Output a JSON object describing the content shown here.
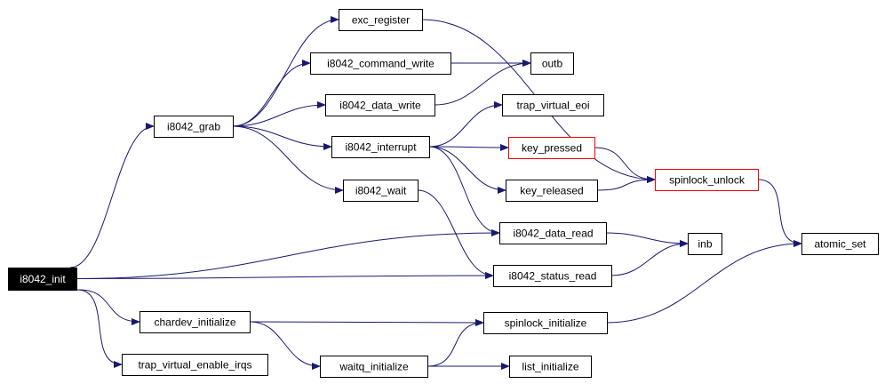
{
  "graph": {
    "nodes": [
      {
        "id": "i8042_init",
        "label": "i8042_init",
        "style": "root"
      },
      {
        "id": "i8042_grab",
        "label": "i8042_grab",
        "style": "normal"
      },
      {
        "id": "exc_register",
        "label": "exc_register",
        "style": "normal"
      },
      {
        "id": "i8042_command_write",
        "label": "i8042_command_write",
        "style": "normal"
      },
      {
        "id": "i8042_data_write",
        "label": "i8042_data_write",
        "style": "normal"
      },
      {
        "id": "i8042_interrupt",
        "label": "i8042_interrupt",
        "style": "normal"
      },
      {
        "id": "i8042_wait",
        "label": "i8042_wait",
        "style": "normal"
      },
      {
        "id": "outb",
        "label": "outb",
        "style": "normal"
      },
      {
        "id": "trap_virtual_eoi",
        "label": "trap_virtual_eoi",
        "style": "normal"
      },
      {
        "id": "key_pressed",
        "label": "key_pressed",
        "style": "highlight"
      },
      {
        "id": "key_released",
        "label": "key_released",
        "style": "normal"
      },
      {
        "id": "i8042_data_read",
        "label": "i8042_data_read",
        "style": "normal"
      },
      {
        "id": "i8042_status_read",
        "label": "i8042_status_read",
        "style": "normal"
      },
      {
        "id": "spinlock_unlock",
        "label": "spinlock_unlock",
        "style": "highlight"
      },
      {
        "id": "inb",
        "label": "inb",
        "style": "normal"
      },
      {
        "id": "atomic_set",
        "label": "atomic_set",
        "style": "normal"
      },
      {
        "id": "chardev_initialize",
        "label": "chardev_initialize",
        "style": "normal"
      },
      {
        "id": "spinlock_initialize",
        "label": "spinlock_initialize",
        "style": "normal"
      },
      {
        "id": "waitq_initialize",
        "label": "waitq_initialize",
        "style": "normal"
      },
      {
        "id": "list_initialize",
        "label": "list_initialize",
        "style": "normal"
      },
      {
        "id": "trap_virtual_enable_irqs",
        "label": "trap_virtual_enable_irqs",
        "style": "normal"
      }
    ],
    "edges": [
      {
        "from": "i8042_init",
        "to": "i8042_grab"
      },
      {
        "from": "i8042_init",
        "to": "i8042_data_read"
      },
      {
        "from": "i8042_init",
        "to": "i8042_status_read"
      },
      {
        "from": "i8042_init",
        "to": "chardev_initialize"
      },
      {
        "from": "i8042_init",
        "to": "trap_virtual_enable_irqs"
      },
      {
        "from": "i8042_grab",
        "to": "exc_register"
      },
      {
        "from": "i8042_grab",
        "to": "i8042_command_write"
      },
      {
        "from": "i8042_grab",
        "to": "i8042_data_write"
      },
      {
        "from": "i8042_grab",
        "to": "i8042_interrupt"
      },
      {
        "from": "i8042_grab",
        "to": "i8042_wait"
      },
      {
        "from": "exc_register",
        "to": "spinlock_unlock"
      },
      {
        "from": "i8042_command_write",
        "to": "outb"
      },
      {
        "from": "i8042_data_write",
        "to": "outb"
      },
      {
        "from": "i8042_interrupt",
        "to": "trap_virtual_eoi"
      },
      {
        "from": "i8042_interrupt",
        "to": "key_pressed"
      },
      {
        "from": "i8042_interrupt",
        "to": "key_released"
      },
      {
        "from": "i8042_interrupt",
        "to": "i8042_data_read"
      },
      {
        "from": "i8042_wait",
        "to": "i8042_status_read"
      },
      {
        "from": "key_pressed",
        "to": "spinlock_unlock"
      },
      {
        "from": "key_released",
        "to": "spinlock_unlock"
      },
      {
        "from": "spinlock_unlock",
        "to": "atomic_set"
      },
      {
        "from": "i8042_data_read",
        "to": "inb"
      },
      {
        "from": "i8042_status_read",
        "to": "inb"
      },
      {
        "from": "spinlock_initialize",
        "to": "atomic_set"
      },
      {
        "from": "chardev_initialize",
        "to": "spinlock_initialize"
      },
      {
        "from": "chardev_initialize",
        "to": "waitq_initialize"
      },
      {
        "from": "waitq_initialize",
        "to": "spinlock_initialize"
      },
      {
        "from": "waitq_initialize",
        "to": "list_initialize"
      }
    ]
  },
  "colors": {
    "edge": "#191970",
    "node_border": "#000000",
    "highlight_border": "#ff0000",
    "root_fill": "#000000",
    "root_text": "#ffffff",
    "node_fill": "#ffffff"
  }
}
